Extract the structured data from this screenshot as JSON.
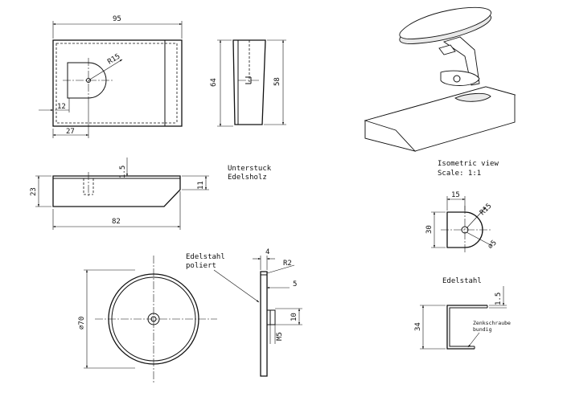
{
  "dims": {
    "top_width": "95",
    "top_height": "64",
    "radius_r15": "R15",
    "dim_12": "12",
    "dim_27": "27",
    "side_height": "58",
    "front_t": "1.5",
    "front_height": "23",
    "front_step": "11",
    "front_length": "82",
    "disc_dia": "⌀70",
    "plate_thick": "4",
    "plate_radius": "R2",
    "plate_5": "5",
    "thread": "M5",
    "thread_len": "10",
    "bracket_w": "15",
    "bracket_r": "R15",
    "bracket_h": "30",
    "bracket_hole": "⌀5",
    "clip_t": "1.5",
    "clip_h": "34"
  },
  "notes": {
    "base_name_1": "Unterstuck",
    "base_name_2": "Edelsholz",
    "iso_title": "Isometric view",
    "scale": "Scale:  1:1",
    "steel_1": "Edelstahl",
    "steel_2": "poliert",
    "steel_3": "Edelstahl",
    "screw_1": "Zenkschraube",
    "screw_2": "bundig"
  }
}
